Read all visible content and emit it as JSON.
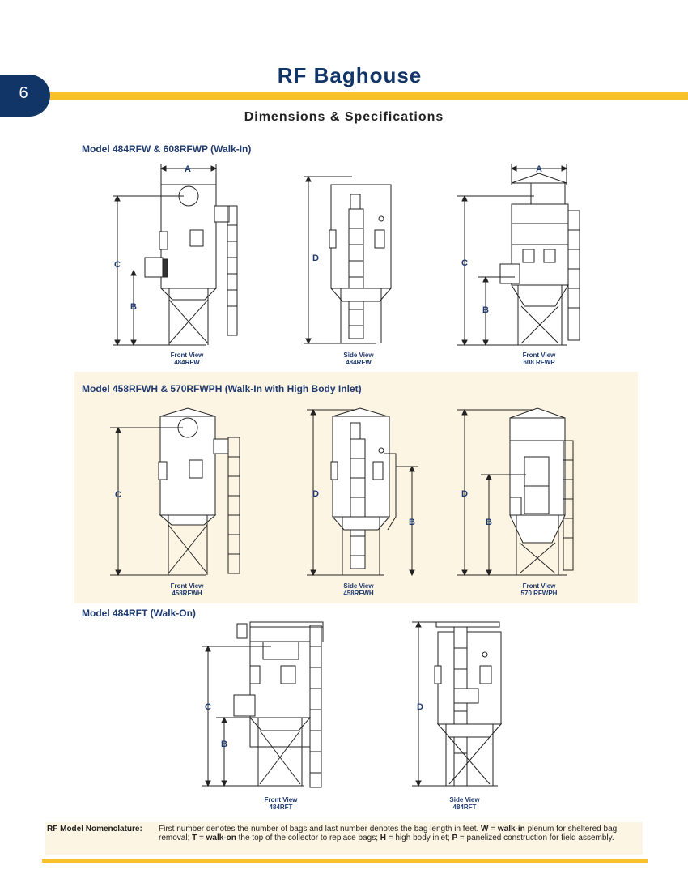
{
  "page_number": "6",
  "title": "RF Baghouse",
  "subtitle": "Dimensions & Specifications",
  "sections": [
    {
      "title": "Model 484RFW & 608RFWP (Walk-In)",
      "views": [
        {
          "caption_view": "Front View",
          "caption_model": "484RFW"
        },
        {
          "caption_view": "Side View",
          "caption_model": "484RFW"
        },
        {
          "caption_view": "Front View",
          "caption_model": "608 RFWP"
        }
      ]
    },
    {
      "title": "Model 458RFWH & 570RFWPH (Walk-In with High Body Inlet)",
      "views": [
        {
          "caption_view": "Front View",
          "caption_model": "458RFWH"
        },
        {
          "caption_view": "Side View",
          "caption_model": "458RFWH"
        },
        {
          "caption_view": "Front View",
          "caption_model": "570 RFWPH"
        }
      ]
    },
    {
      "title": "Model 484RFT (Walk-On)",
      "views": [
        {
          "caption_view": "Front View",
          "caption_model": "484RFT"
        },
        {
          "caption_view": "Side View",
          "caption_model": "484RFT"
        }
      ]
    }
  ],
  "dimension_labels": {
    "a": "A",
    "b": "B",
    "c": "C",
    "d": "D"
  },
  "nomenclature": {
    "label": "RF Model Nomenclature:",
    "part1": "First number denotes the number of bags and last number denotes the bag length in feet. ",
    "w_key": "W",
    "eq1": " = ",
    "w_val": "walk-in",
    "part2": " plenum for sheltered bag removal; ",
    "t_key": "T",
    "eq2": " = ",
    "t_val": "walk-on",
    "part3": " the top of the collector to replace bags; ",
    "h_key": "H",
    "part4": " = high body inlet; ",
    "p_key": "P",
    "part5": " = panelized construction for field assembly."
  },
  "colors": {
    "navy": "#123567",
    "gold": "#f6c12a",
    "band": "#fdf5e3"
  }
}
